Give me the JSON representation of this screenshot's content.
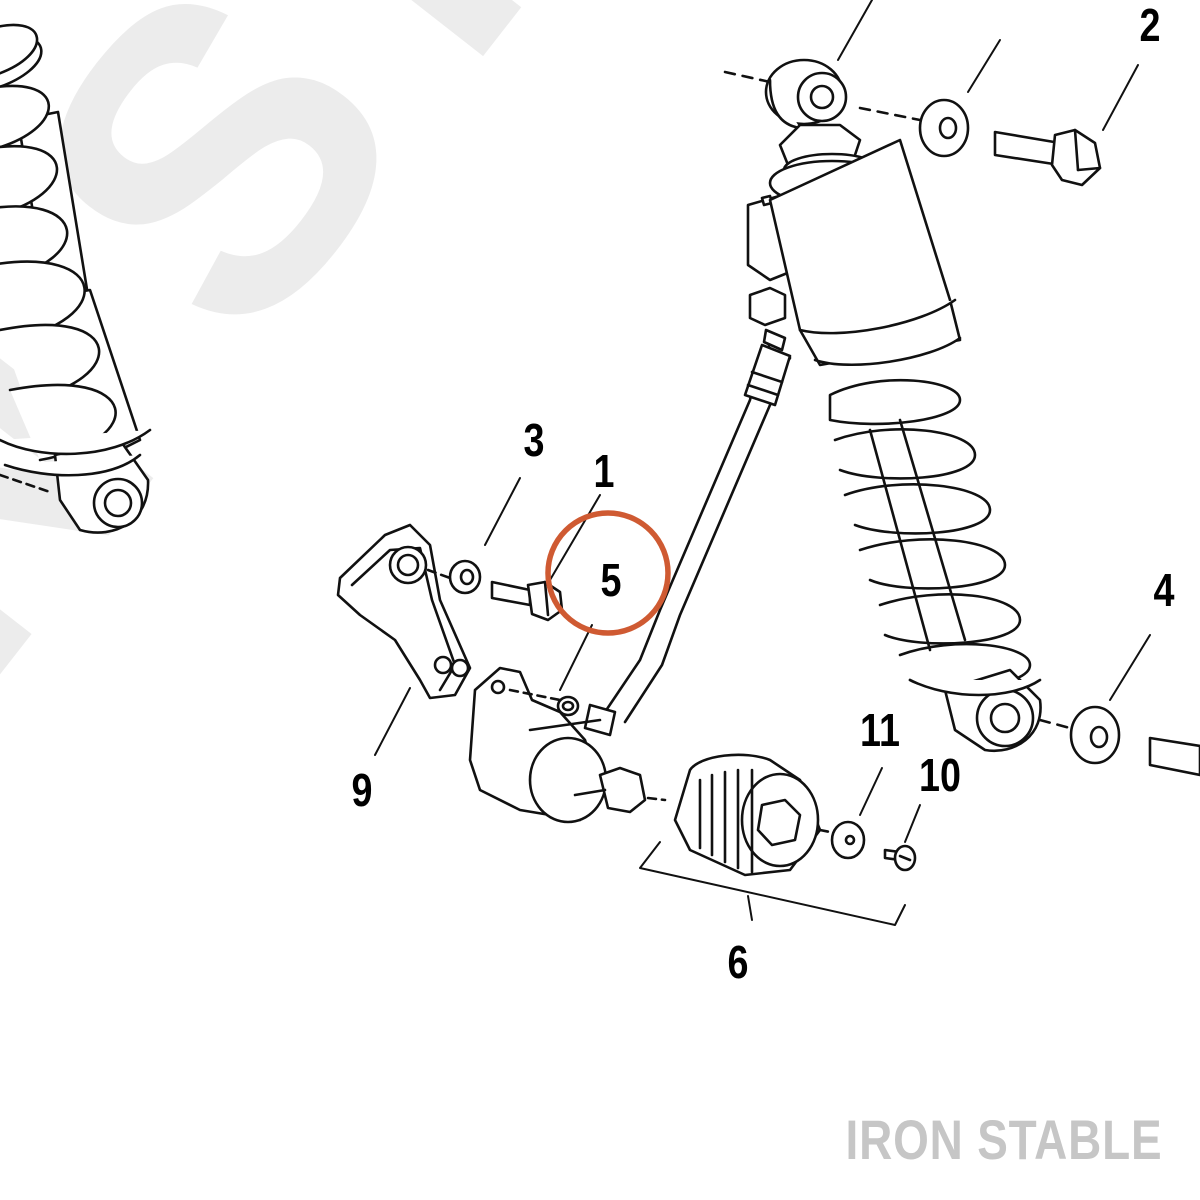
{
  "colors": {
    "line": "#111111",
    "watermark_bg": "#ececec",
    "watermark_text": "#c6c6c6",
    "highlight_ring": "#cf5a32"
  },
  "callouts": {
    "c1": "1",
    "c2": "2",
    "c3": "3",
    "c4": "4",
    "c5": "5",
    "c6": "6",
    "c9": "9",
    "c10": "10",
    "c11": "11"
  },
  "watermark": {
    "brand": "IRON STABLE",
    "background_letters": "N STAB"
  }
}
